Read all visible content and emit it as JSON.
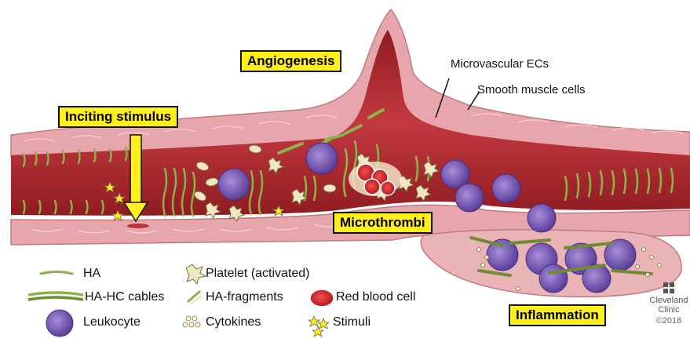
{
  "callouts": {
    "angiogenesis": "Angiogenesis",
    "inciting": "Inciting stimulus",
    "microthrombi": "Microthrombi",
    "inflammation": "Inflammation"
  },
  "labels": {
    "microvascular": "Microvascular ECs",
    "smooth_muscle": "Smooth muscle cells"
  },
  "legend": {
    "ha": "HA",
    "ha_hc": "HA-HC cables",
    "leukocyte": "Leukocyte",
    "platelet": "Platelet (activated)",
    "ha_fragments": "HA-fragments",
    "cytokines": "Cytokines",
    "rbc": "Red blood cell",
    "stimuli": "Stimuli"
  },
  "logo": {
    "line1": "Cleveland",
    "line2": "Clinic",
    "copyright": "©2018"
  },
  "colors": {
    "wall": "#e7a6ac",
    "lumen": "#b8343a",
    "yellow": "#ffef1a",
    "leukocyte": "#7a5bb8",
    "ha_green": "#8eb14a"
  }
}
